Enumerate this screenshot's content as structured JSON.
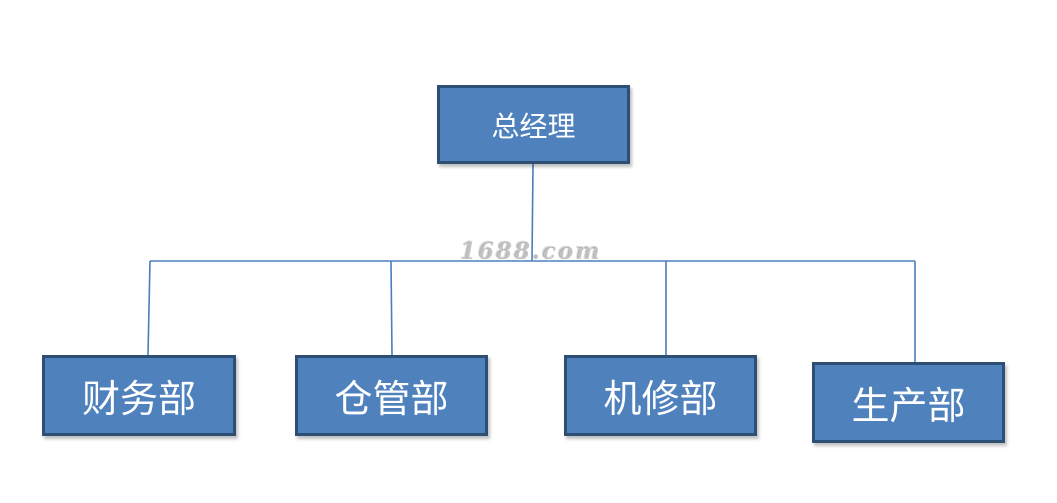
{
  "org_chart": {
    "root": {
      "label": "总经理"
    },
    "children": [
      {
        "label": "财务部"
      },
      {
        "label": "仓管部"
      },
      {
        "label": "机修部"
      },
      {
        "label": "生产部"
      }
    ]
  },
  "watermark": {
    "text": "1688.com"
  },
  "colors": {
    "node_fill": "#4f81bd",
    "node_border": "#2d4f74",
    "connector": "#4a7ebb",
    "node_text": "#ffffff"
  }
}
